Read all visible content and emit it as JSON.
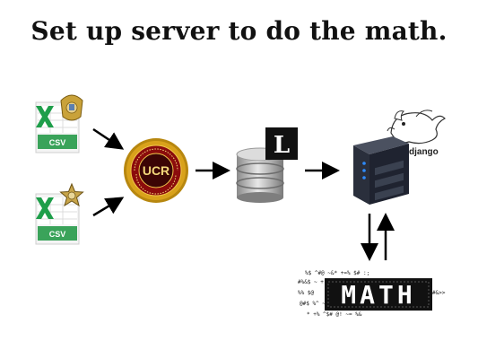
{
  "title": "Set up server to do the math.",
  "nodes": {
    "csv_top": {
      "label": "CSV",
      "icon": "excel-csv-file-icon"
    },
    "csv_bottom": {
      "label": "CSV",
      "icon": "excel-csv-file-icon"
    },
    "ucr": {
      "label": "UCR",
      "icon": "fbi-ucr-seal-icon"
    },
    "database": {
      "icon": "database-cylinder-icon",
      "logo_letter": "L"
    },
    "server": {
      "icon": "server-tower-icon",
      "framework_label": "django"
    },
    "math": {
      "label": "MATH",
      "icon": "math-noise-graphic"
    }
  },
  "colors": {
    "excel_green": "#1e9e4a",
    "csv_label_bg": "#3aa35a",
    "arrow": "#000000",
    "seal_gold": "#d9a21b",
    "seal_red": "#8b0c0c",
    "server_dark": "#1f2330",
    "server_blue": "#2e8bff"
  }
}
